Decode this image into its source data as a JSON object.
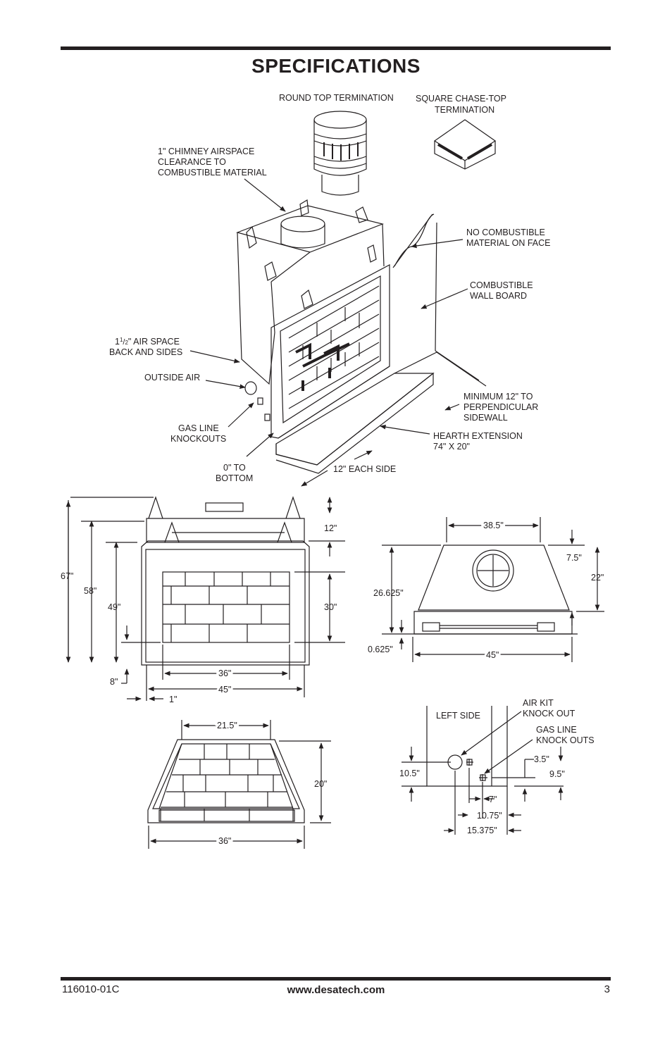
{
  "header": {
    "title": "SPECIFICATIONS"
  },
  "isometric": {
    "round_top": "ROUND TOP TERMINATION",
    "square_top_1": "SQUARE CHASE-TOP",
    "square_top_2": "TERMINATION",
    "chimney_1": "1\" CHIMNEY AIRSPACE",
    "chimney_2": "CLEARANCE TO",
    "chimney_3": "COMBUSTIBLE MATERIAL",
    "no_comb_1": "NO COMBUSTIBLE",
    "no_comb_2": "MATERIAL ON FACE",
    "wallboard_1": "COMBUSTIBLE",
    "wallboard_2": "WALL BOARD",
    "airspace_num": "1",
    "airspace_sup": "1",
    "airspace_sub": "2",
    "airspace_1": "\" AIR SPACE",
    "airspace_2": "BACK AND SIDES",
    "outside_air": "OUTSIDE AIR",
    "min12_1": "MINIMUM 12\" TO",
    "min12_2": "PERPENDICULAR",
    "min12_3": "SIDEWALL",
    "gasline_1": "GAS LINE",
    "gasline_2": "KNOCKOUTS",
    "hearth_1": "HEARTH EXTENSION",
    "hearth_2": "74\" X 20\"",
    "zero_1": "0\" TO",
    "zero_2": "BOTTOM",
    "each_side": "12\" EACH SIDE"
  },
  "front_view": {
    "h67": "67\"",
    "h58": "58\"",
    "h49": "49\"",
    "h12": "12\"",
    "h30": "30\"",
    "h8": "8\"",
    "w36": "36\"",
    "w45": "45\"",
    "w1": "1\""
  },
  "top_view": {
    "w385": "38.5\"",
    "d75": "7.5\"",
    "d22": "22\"",
    "d26625": "26.625\"",
    "d0625": "0.625\"",
    "w45": "45\""
  },
  "firebox_view": {
    "w215": "21.5\"",
    "h20": "20\"",
    "w36": "36\""
  },
  "left_side": {
    "label": "LEFT SIDE",
    "air_kit_1": "AIR KIT",
    "air_kit_2": "KNOCK OUT",
    "gas_1": "GAS LINE",
    "gas_2": "KNOCK OUTS",
    "h35": "3.5\"",
    "h105": "10.5\"",
    "h95": "9.5\"",
    "w7": "7\"",
    "w1075": "10.75\"",
    "w15375": "15.375\""
  },
  "footer": {
    "doc_number": "116010-01C",
    "website": "www.desatech.com",
    "page_number": "3"
  }
}
